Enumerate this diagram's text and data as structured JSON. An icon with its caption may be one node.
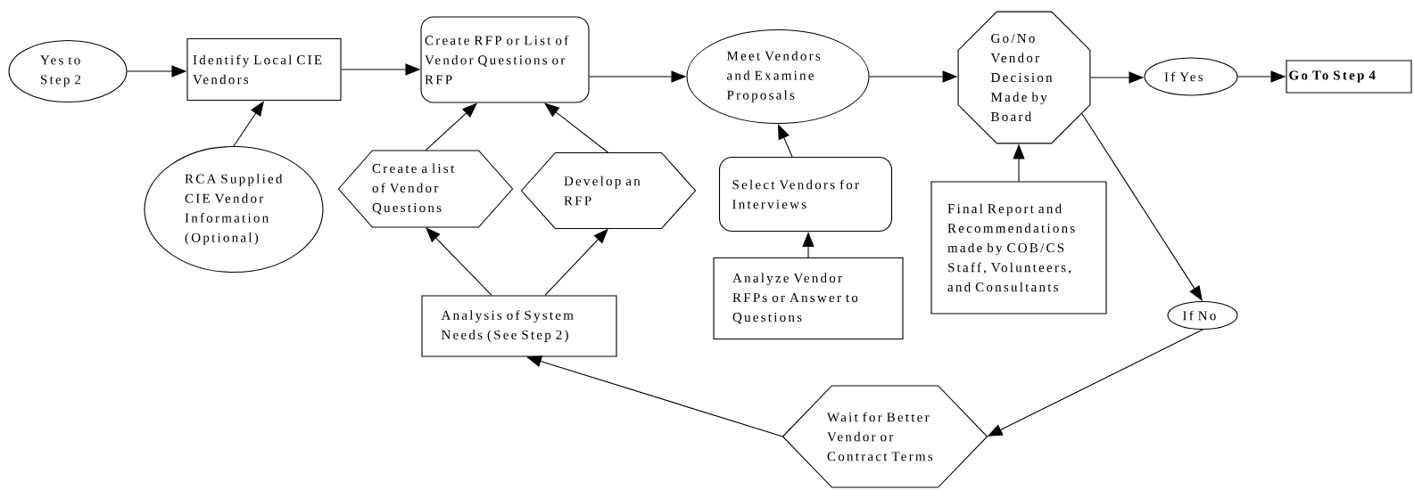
{
  "diagram": {
    "nodes": [
      {
        "text": [
          "Yes to Step 2"
        ]
      },
      {
        "text": [
          "Identify Local CIE Vendors"
        ]
      },
      {
        "text": [
          "RCA Supplied CIE Vendor Information (Optional)"
        ]
      },
      {
        "text": [
          "Create RFP or List of Vendor Questions or RFP"
        ]
      },
      {
        "text": [
          "Create a list of Vendor Questions"
        ]
      },
      {
        "text": [
          "Develop an RFP"
        ]
      },
      {
        "text": [
          "Analysis of System Needs (See Step 2)"
        ]
      },
      {
        "text": [
          "Meet Vendors and Examine Proposals"
        ]
      },
      {
        "text": [
          "Select Vendors for Interviews"
        ]
      },
      {
        "text": [
          "Analyze Vendor RFPs or Answer to Questions"
        ]
      },
      {
        "text": [
          "Go/No Vendor Decision Made by Board"
        ]
      },
      {
        "text": [
          "Final Report and Recommendations made by COB/CS Staff, Volunteers, and Consultants"
        ]
      },
      {
        "text": [
          "If Yes"
        ]
      },
      {
        "text": [
          "Go To Step 4"
        ]
      },
      {
        "text": [
          "If No"
        ]
      },
      {
        "text": [
          "Wait for Better Vendor or Contract Terms"
        ]
      }
    ],
    "edges": [
      {
        "from": 0,
        "to": 1,
        "arrow": "to"
      },
      {
        "from": 2,
        "to": 1,
        "arrow": "to"
      },
      {
        "from": 1,
        "to": 3,
        "arrow": "to"
      },
      {
        "from": 4,
        "to": 3,
        "arrow": "to"
      },
      {
        "from": 5,
        "to": 3,
        "arrow": "to"
      },
      {
        "from": 6,
        "to": 4,
        "arrow": "to"
      },
      {
        "from": 6,
        "to": 5,
        "arrow": "to"
      },
      {
        "from": 3,
        "to": 7,
        "arrow": "to"
      },
      {
        "from": 8,
        "to": 7,
        "arrow": "to"
      },
      {
        "from": 9,
        "to": 8,
        "arrow": "to"
      },
      {
        "from": 7,
        "to": 10,
        "arrow": "to"
      },
      {
        "from": 11,
        "to": 10,
        "arrow": "to"
      },
      {
        "from": 10,
        "to": 12,
        "arrow": "to"
      },
      {
        "from": 12,
        "to": 13,
        "arrow": "to"
      },
      {
        "from": 10,
        "to": 14,
        "arrow": "to"
      },
      {
        "from": 14,
        "to": 15,
        "arrow": "to"
      },
      {
        "from": 15,
        "to": 6,
        "arrow": "to"
      }
    ]
  }
}
